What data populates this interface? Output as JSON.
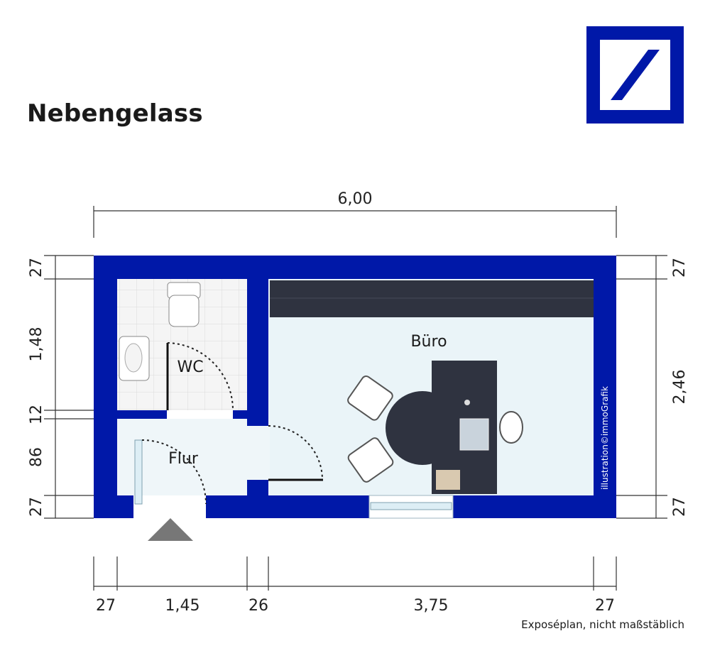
{
  "header": {
    "title": "Nebengelass"
  },
  "logo": {
    "name": "deutsche-bank-logo",
    "color": "#0018A8"
  },
  "colors": {
    "wall": "#0018A8",
    "floor": "#EAF4F8",
    "tile": "#F4F4F4",
    "furniture": "#2F3340"
  },
  "rooms": {
    "wc": "WC",
    "buero": "Büro",
    "flur": "Flur"
  },
  "dimensions": {
    "top": "6,00",
    "left": [
      "27",
      "1,48",
      "12",
      "86",
      "27"
    ],
    "right": [
      "27",
      "2,46",
      "27"
    ],
    "bottom": [
      "27",
      "1,45",
      "26",
      "3,75",
      "27"
    ]
  },
  "credit": "illustration©immoGrafik",
  "footnote": "Exposéplan, nicht maßstäblich"
}
